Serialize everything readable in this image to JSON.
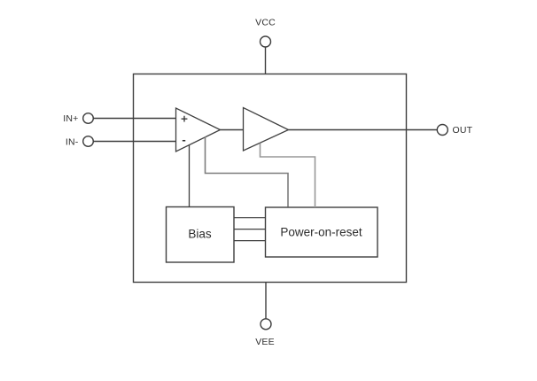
{
  "diagram": {
    "type": "ic-functional-block-diagram",
    "pins": {
      "vcc": "VCC",
      "vee": "VEE",
      "in_plus": "IN+",
      "in_minus": "IN-",
      "out": "OUT"
    },
    "blocks": {
      "bias": "Bias",
      "power_on_reset": "Power-on-reset"
    },
    "opamp": {
      "plus": "+",
      "minus": "-"
    },
    "colors": {
      "line": "#3f3f3f",
      "feedback_line_dark": "#7d7d7d",
      "feedback_line_light": "#989898",
      "text": "#2d2d2d",
      "background": "#ffffff"
    }
  }
}
